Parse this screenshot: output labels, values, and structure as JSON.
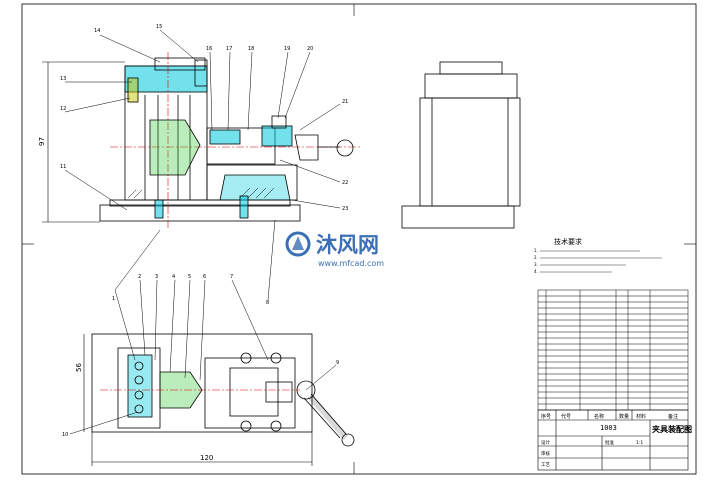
{
  "watermark": {
    "brand_cn": "沐风网",
    "brand_url": "www.mfcad.com",
    "logo_icon": "mfcad-logo-icon",
    "color": "#3b6fb6"
  },
  "dimensions": {
    "front_height": "97",
    "plan_width": "120",
    "plan_height": "56"
  },
  "balloons": {
    "front_top": [
      "14",
      "15",
      "16",
      "17",
      "18",
      "19",
      "20"
    ],
    "front_left": [
      "13",
      "12",
      "11"
    ],
    "front_right": [
      "21",
      "22",
      "23"
    ],
    "plan_top": [
      "1",
      "2",
      "3",
      "4",
      "5",
      "6",
      "7",
      "8"
    ],
    "plan_right": [
      "9"
    ],
    "plan_left": [
      "10"
    ]
  },
  "tech_requirements": {
    "title": "技术要求",
    "lines": [
      "1.",
      "2.",
      "3.",
      "4."
    ]
  },
  "title_block": {
    "drawing_title": "夹具装配图",
    "drawing_no": "1003",
    "scale": "1:1",
    "header_labels": [
      "序号",
      "代号",
      "名称",
      "数量",
      "材料",
      "备注"
    ],
    "sign_labels": [
      "设计",
      "审核",
      "工艺",
      "批准"
    ]
  },
  "colors": {
    "line": "#000000",
    "part_cyan": "#00c8dc",
    "center_red": "#e00000",
    "hatch_green": "#3cc83c",
    "part_yellow": "#c8c800"
  }
}
